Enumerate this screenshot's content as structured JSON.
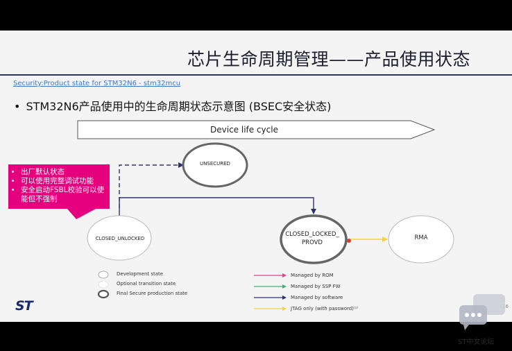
{
  "slide": {
    "title": "芯片生命周期管理——产品使用状态",
    "link": "Security:Product state for STM32N6 - stm32mcu",
    "bullet": "STM32N6产品使用中的生命周期状态示意图 (BSEC安全状态)",
    "lifecycle_label": "Device life cycle",
    "callout_items": [
      "出厂默认状态",
      "可以使用完整调试功能",
      "安全启动FSBL校验可以使能但不强制"
    ],
    "states": {
      "unsecured": "UNSECURED",
      "closed_unlocked": "CLOSED_UNLOCKED",
      "closed_locked_line1": "CLOSED_LOCKED_",
      "closed_locked_line2": "PROVD",
      "rma": "RMA"
    },
    "state_legend": [
      "Development state",
      "Optional transition state",
      "Final Secure production state"
    ],
    "arrow_legend": [
      {
        "label": "Managed by ROM",
        "color": "#e83e8c"
      },
      {
        "label": "Managed by SSP FW",
        "color": "#3cb371"
      },
      {
        "label": "Managed by software",
        "color": "#2c3270"
      },
      {
        "label": "JTAG only (with password)⁽¹⁾",
        "color": "#f0d43a"
      }
    ],
    "logo": "ST",
    "page_number": "16"
  },
  "watermark": {
    "text": "ST中文论坛"
  }
}
